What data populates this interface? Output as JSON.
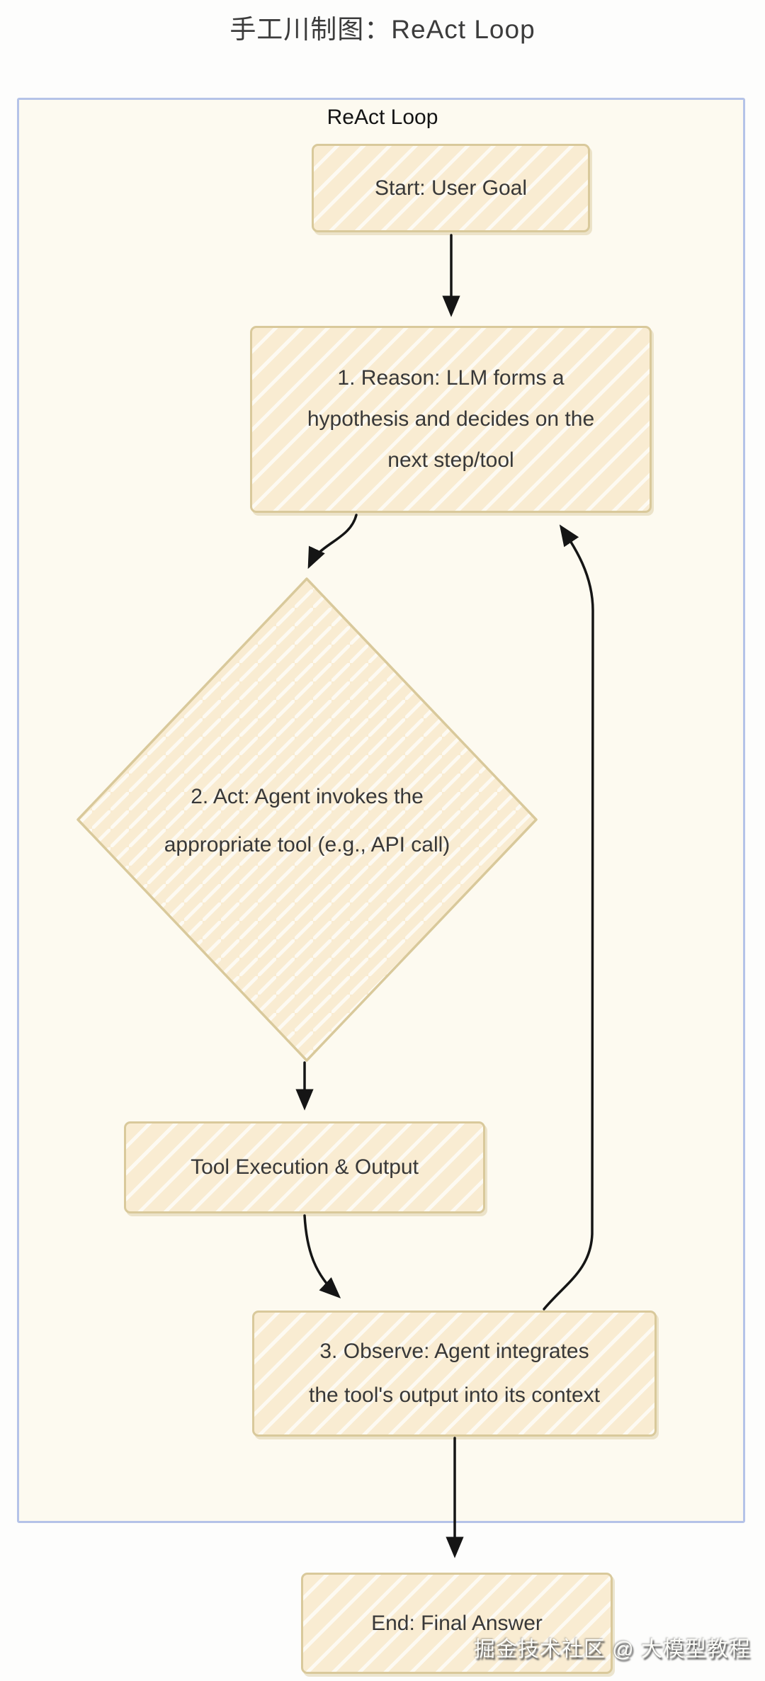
{
  "page_title": "手工川制图：ReAct Loop",
  "container": {
    "label": "ReAct Loop"
  },
  "nodes": {
    "start": {
      "label": "Start: User Goal"
    },
    "reason": {
      "lines": [
        "1. Reason: LLM forms a",
        "hypothesis and decides on the",
        "next step/tool"
      ]
    },
    "act": {
      "lines": [
        "2. Act: Agent invokes the",
        "appropriate tool (e.g., API call)"
      ]
    },
    "tool": {
      "label": "Tool Execution & Output"
    },
    "observe": {
      "lines": [
        "3. Observe: Agent integrates",
        "the tool's output into its context"
      ]
    },
    "end": {
      "label": "End: Final Answer"
    }
  },
  "watermark": "掘金技术社区 @ 大模型教程",
  "colors": {
    "node_fill": "#f9ecd2",
    "node_border": "#d9c99b",
    "node_hatch": "#ffffff",
    "frame_border": "#b5c3e8",
    "frame_fill": "#fdfaf0",
    "arrow": "#151515",
    "text": "#383838",
    "watermark_text": "#fcfcf8"
  }
}
